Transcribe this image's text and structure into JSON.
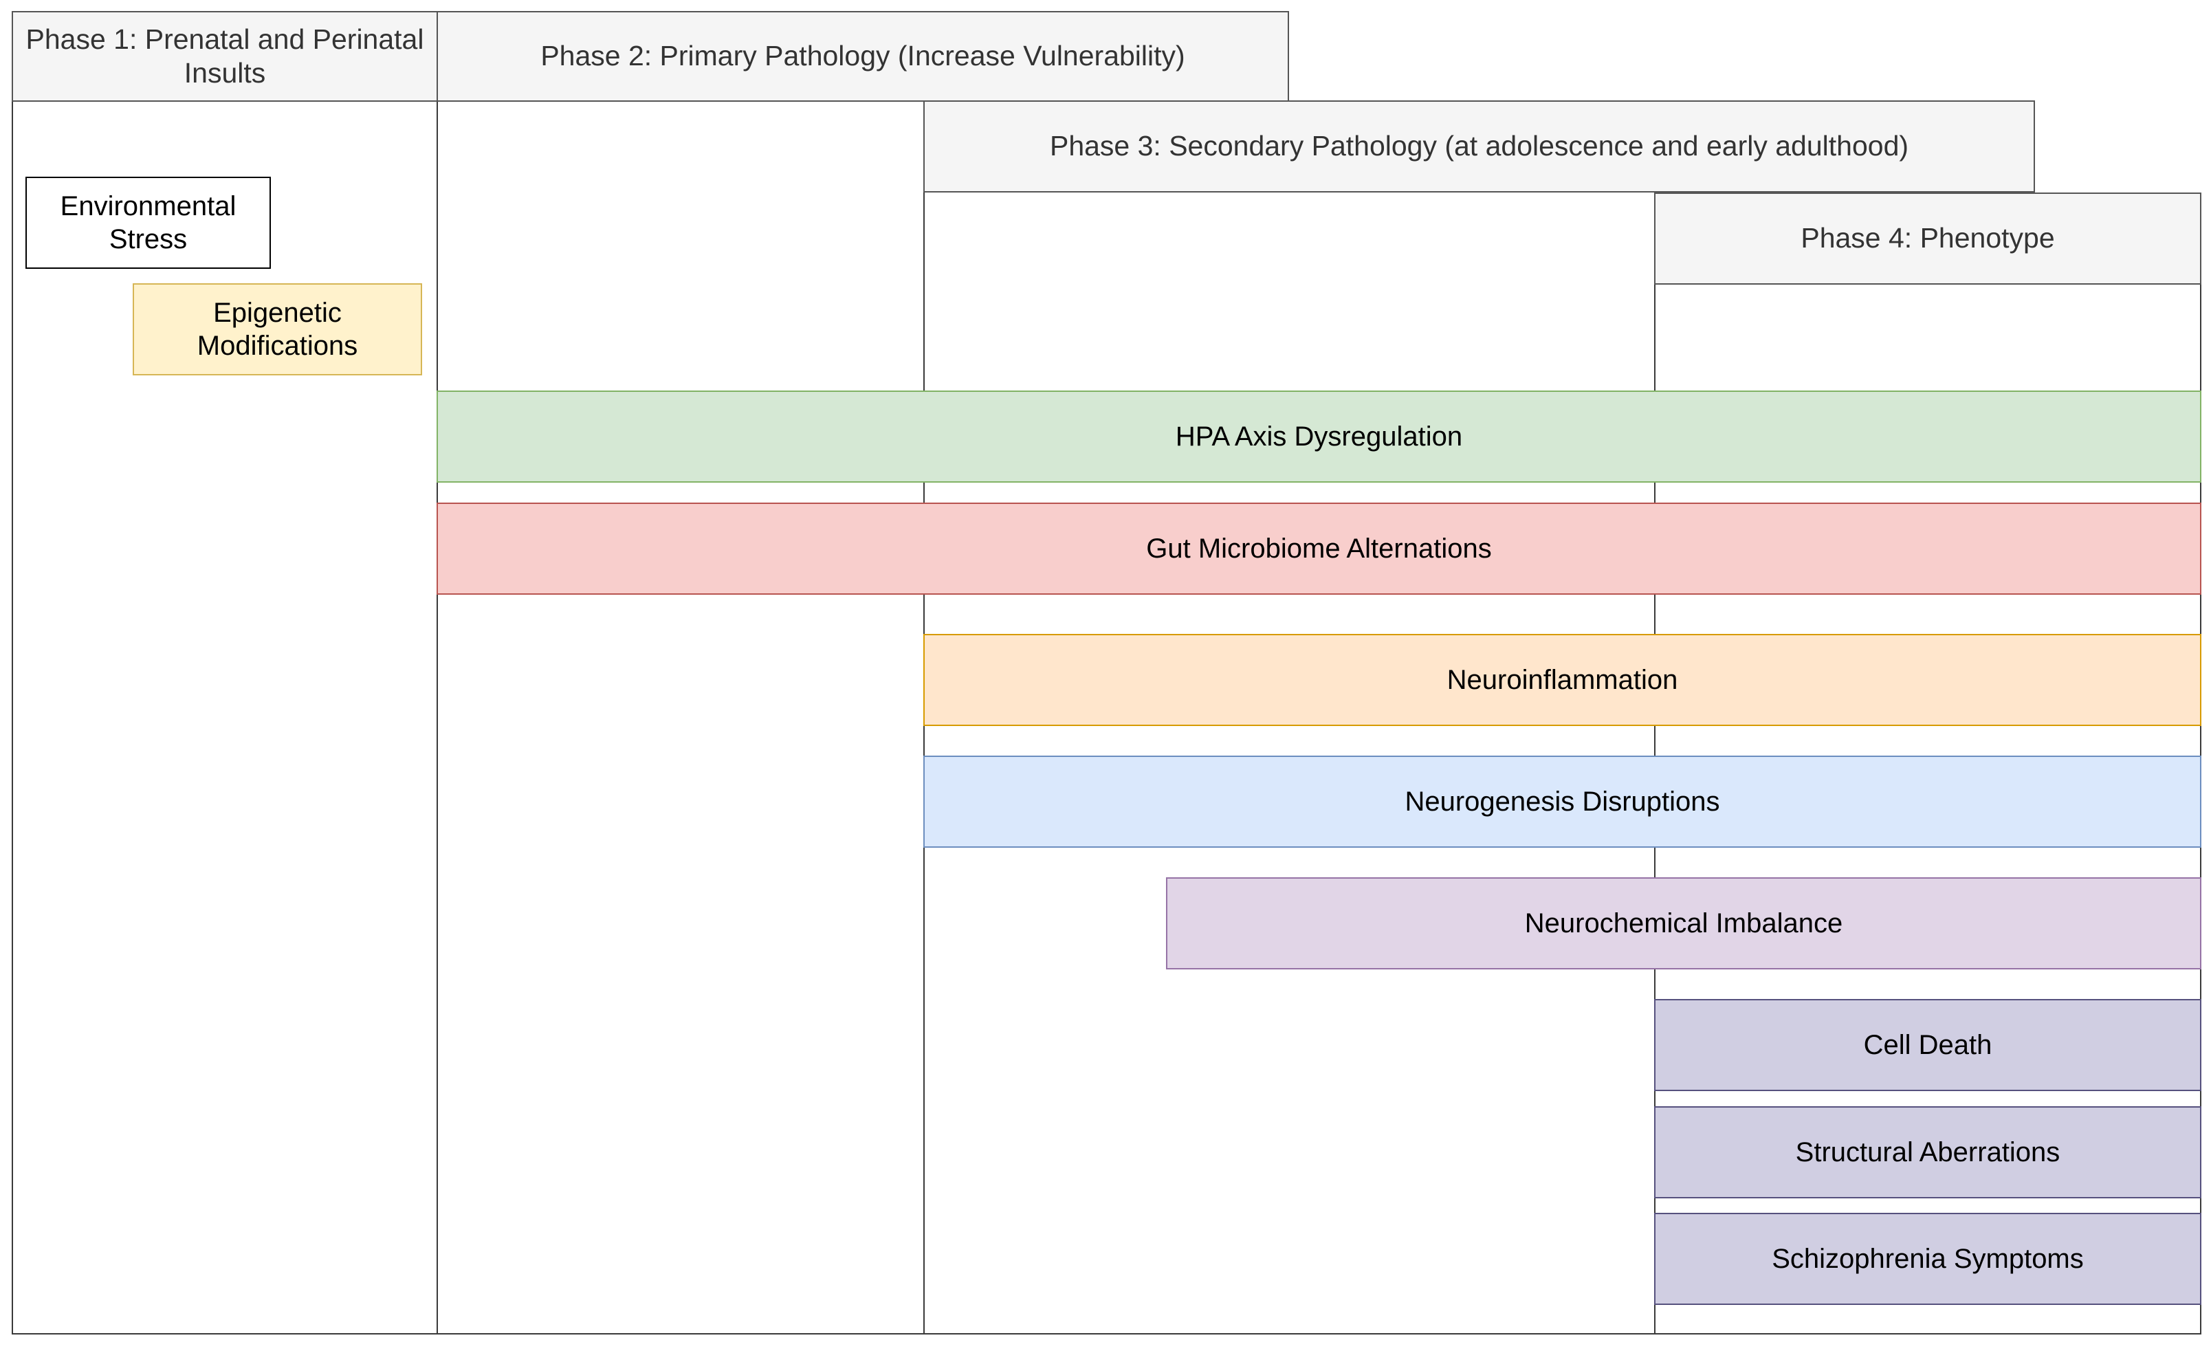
{
  "phases": [
    {
      "label": "Phase 1: Prenatal and Perinatal Insults"
    },
    {
      "label": "Phase 2: Primary Pathology (Increase Vulnerability)"
    },
    {
      "label": "Phase 3: Secondary Pathology (at adolescence and early adulthood)"
    },
    {
      "label": "Phase 4: Phenotype"
    }
  ],
  "boxes": [
    {
      "label": "Environmental Stress",
      "fill": "#ffffff",
      "stroke": "#000000"
    },
    {
      "label": "Epigenetic Modifications",
      "fill": "#fff2cc",
      "stroke": "#d6b656"
    },
    {
      "label": "HPA Axis Dysregulation",
      "fill": "#d5e8d4",
      "stroke": "#82b366"
    },
    {
      "label": "Gut Microbiome Alternations",
      "fill": "#f8cecc",
      "stroke": "#b85450"
    },
    {
      "label": "Neuroinflammation",
      "fill": "#ffe6cc",
      "stroke": "#d79b00"
    },
    {
      "label": "Neurogenesis Disruptions",
      "fill": "#dae8fc",
      "stroke": "#6c8ebf"
    },
    {
      "label": "Neurochemical Imbalance",
      "fill": "#e1d5e7",
      "stroke": "#9673a6"
    },
    {
      "label": "Cell Death",
      "fill": "#d0cee2",
      "stroke": "#56517e"
    },
    {
      "label": "Structural Aberrations",
      "fill": "#d0cee2",
      "stroke": "#56517e"
    },
    {
      "label": "Schizophrenia Symptoms",
      "fill": "#d0cee2",
      "stroke": "#56517e"
    }
  ]
}
